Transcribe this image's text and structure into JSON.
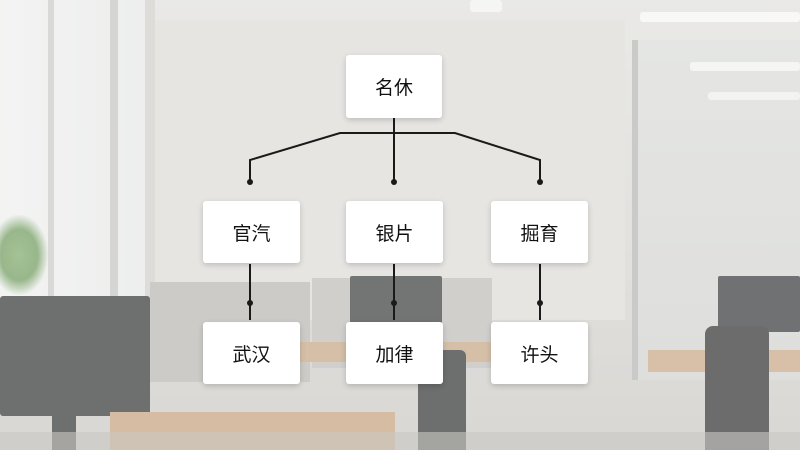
{
  "diagram": {
    "root": {
      "label": "名休"
    },
    "branches": [
      {
        "label": "官汽",
        "child": {
          "label": "武汉"
        }
      },
      {
        "label": "银片",
        "child": {
          "label": "加律"
        }
      },
      {
        "label": "掘育",
        "child": {
          "label": "许头"
        }
      }
    ]
  }
}
